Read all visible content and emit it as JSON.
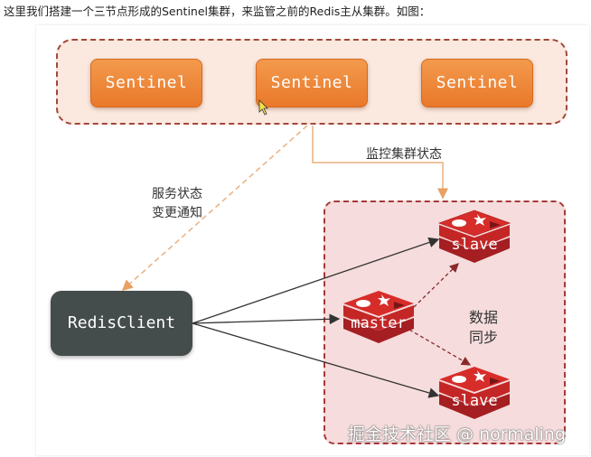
{
  "intro_text": "这里我们搭建一个三节点形成的Sentinel集群，来监管之前的Redis主从集群。如图：",
  "sentinels": [
    "Sentinel",
    "Sentinel",
    "Sentinel"
  ],
  "client": "RedisClient",
  "nodes": {
    "master": "master",
    "slave_top": "slave",
    "slave_bottom": "slave"
  },
  "labels": {
    "monitor": "监控集群状态",
    "notify_line1": "服务状态",
    "notify_line2": "变更通知",
    "sync_line1": "数据",
    "sync_line2": "同步"
  },
  "watermark": "掘金技术社区 @ normaling",
  "colors": {
    "sentinel": "#ef8a3c",
    "redis_red": "#d72d2a",
    "client": "#454c4c",
    "sentinel_group_border": "#a1483a",
    "redis_group_border": "#a5383a"
  }
}
